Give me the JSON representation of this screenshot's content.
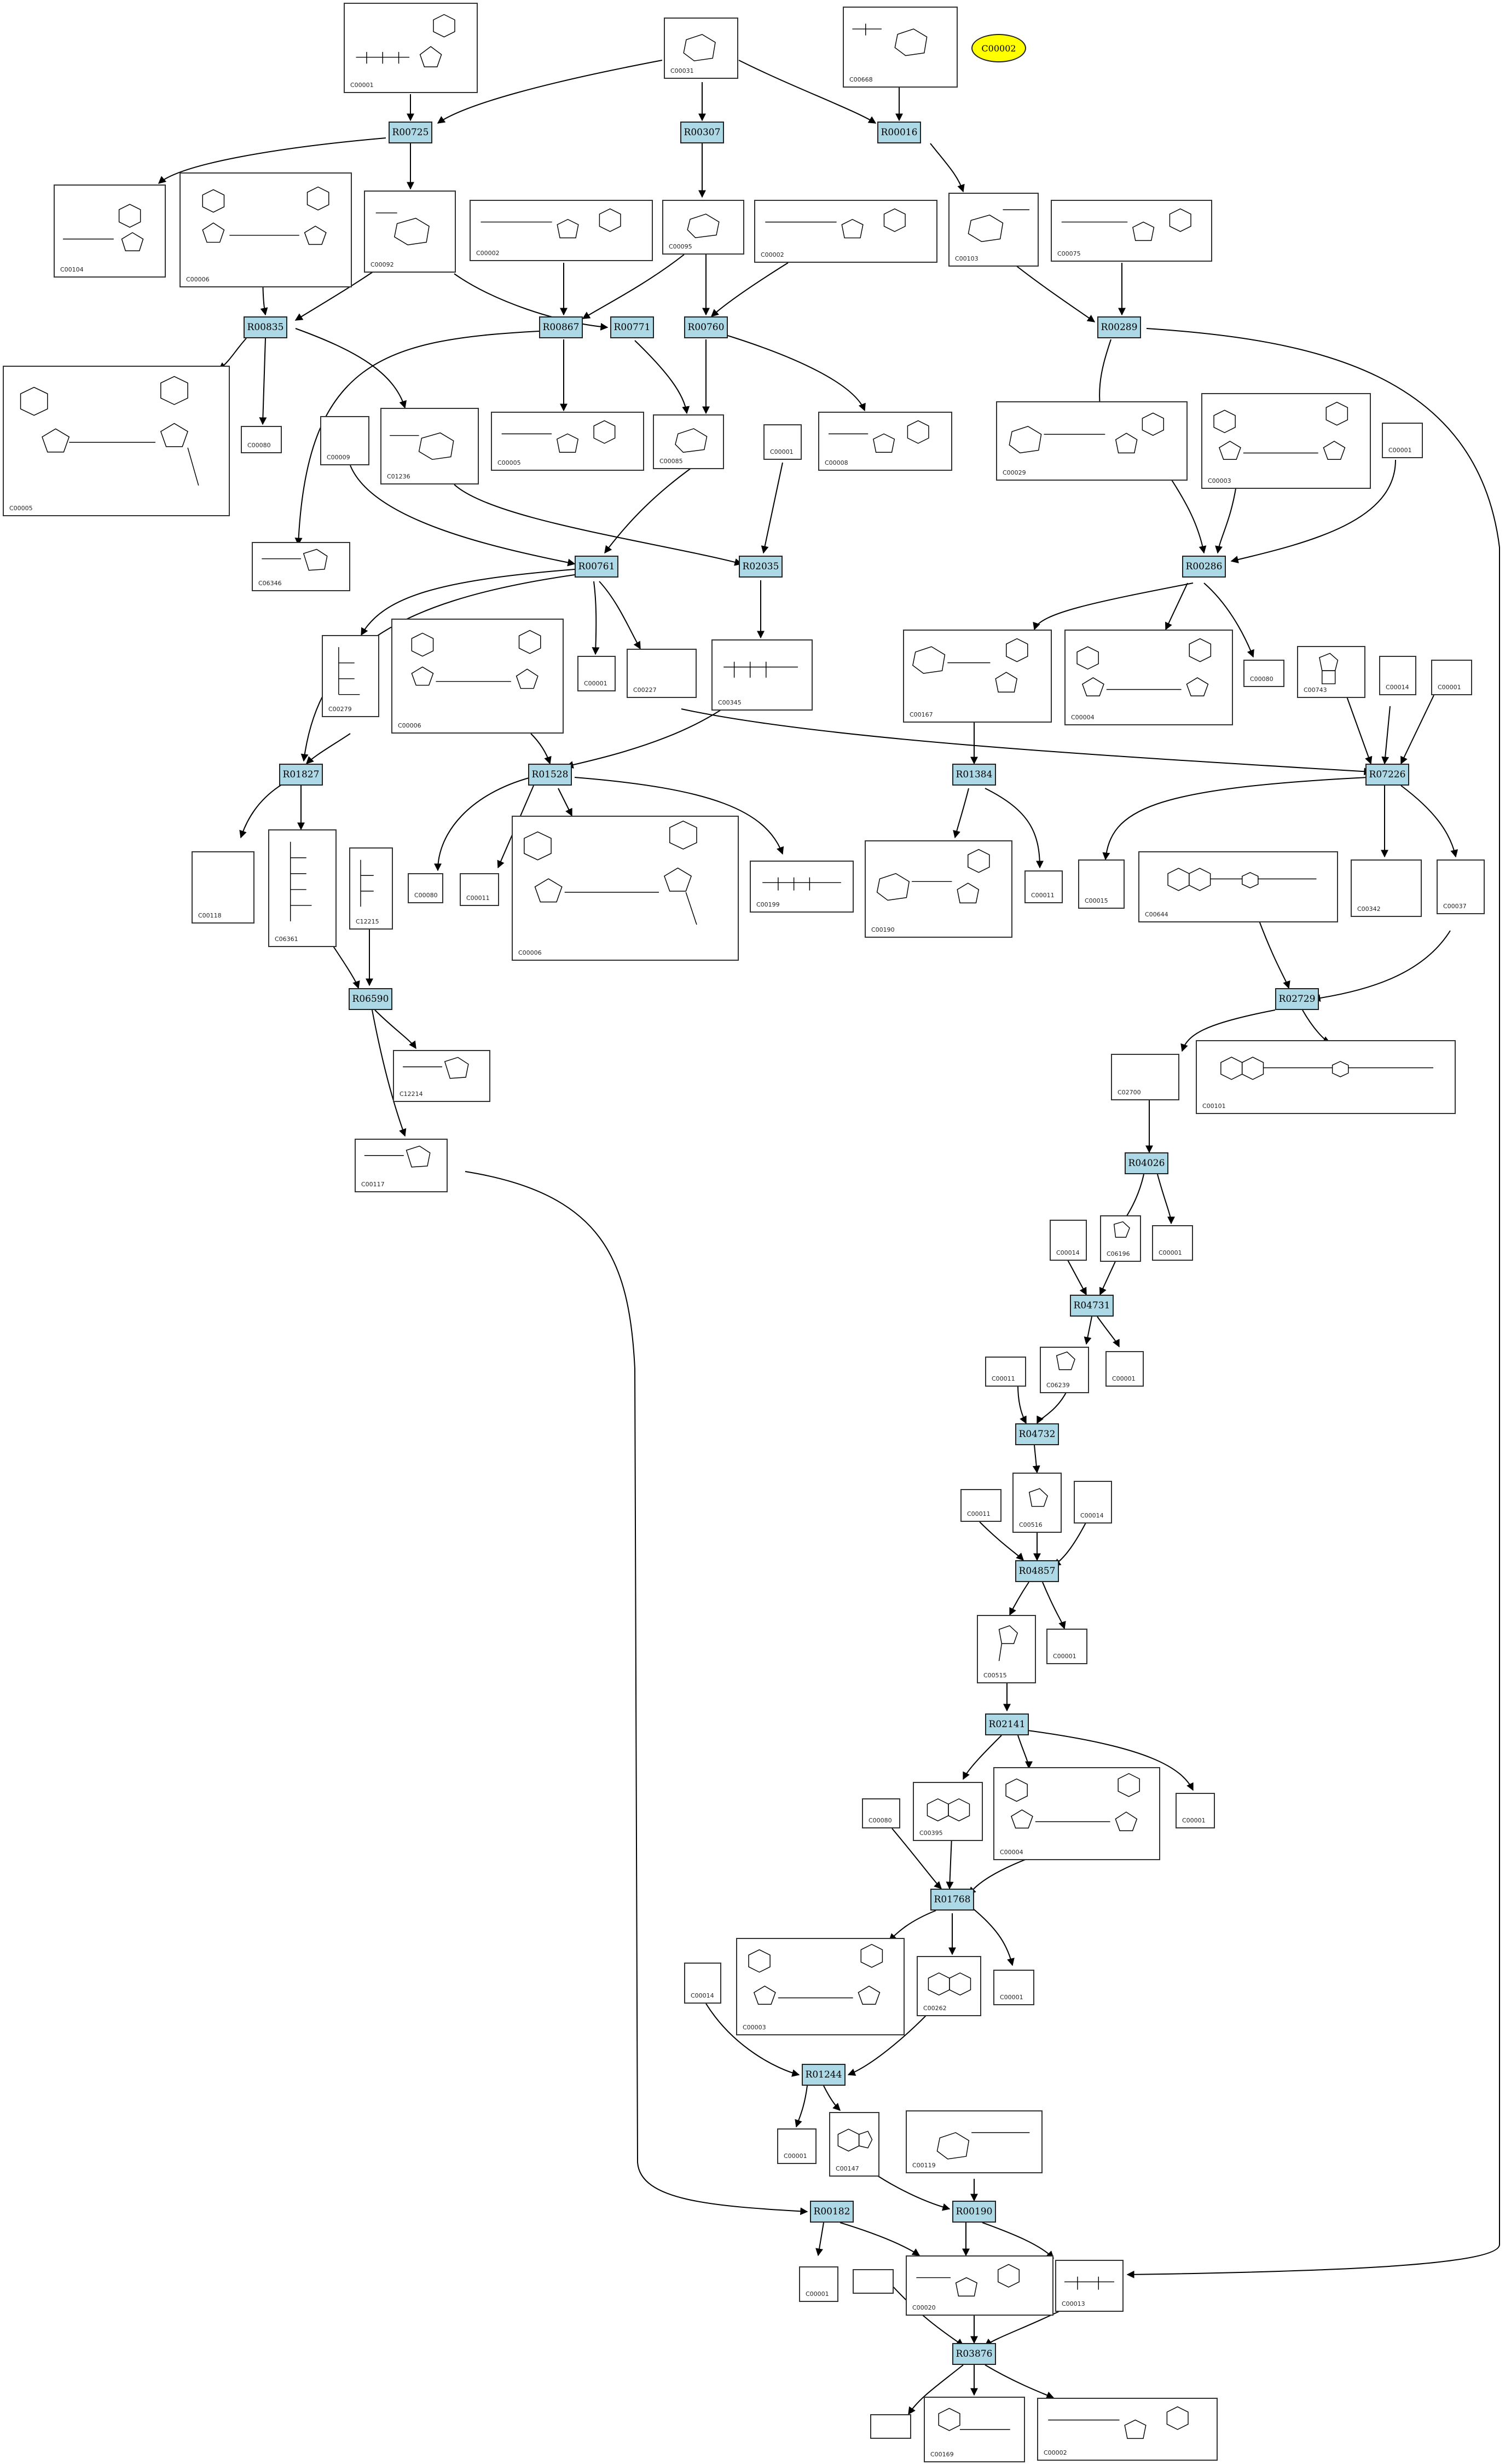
{
  "highlight": {
    "label": "C00002"
  },
  "reactions": {
    "R00725": "R00725",
    "R00307": "R00307",
    "R00016": "R00016",
    "R00835": "R00835",
    "R00867": "R00867",
    "R00771": "R00771",
    "R00760": "R00760",
    "R00289": "R00289",
    "R00761": "R00761",
    "R02035": "R02035",
    "R00286": "R00286",
    "R01827": "R01827",
    "R01528": "R01528",
    "R01384": "R01384",
    "R07226": "R07226",
    "R06590": "R06590",
    "R02729": "R02729",
    "R04026": "R04026",
    "R04731": "R04731",
    "R04732": "R04732",
    "R04857": "R04857",
    "R02141": "R02141",
    "R01768": "R01768",
    "R01244": "R01244",
    "R00182": "R00182",
    "R00190": "R00190",
    "R03876": "R03876"
  },
  "compounds": {
    "c00001a": "C00001",
    "c00031": "C00031",
    "c00668": "C00668",
    "c00104": "C00104",
    "c00006a": "C00006",
    "c00092": "C00092",
    "c00002a": "C00002",
    "c00095": "C00095",
    "c00002b": "C00002",
    "c00103": "C00103",
    "c00075": "C00075",
    "c00005": "C00005",
    "c00080a": "C00080",
    "c00005b": "C00005",
    "c00009": "C01236",
    "c00009b": "C00009",
    "c00085": "C00085",
    "c00001b": "C00001",
    "c00008": "C00008",
    "c00029": "C00029",
    "c00003": "C00003",
    "c00001c": "C00001",
    "c06346": "C06346",
    "c00279": "C00279",
    "c00006b": "C00006",
    "c00001d": "C00001",
    "c00227": "C00227",
    "c00345": "C00345",
    "c00167": "C00167",
    "c00004a": "C00004",
    "c00080b": "C00080",
    "c00743": "C00743",
    "c00014a": "C00014",
    "c00001e": "C00001",
    "c00118": "C00118",
    "c06361": "C06361",
    "c12215": "C12215",
    "c00080c": "C00080",
    "c00011a": "C00011",
    "c00006c": "C00006",
    "c00199": "C00199",
    "c00190": "C00190",
    "c00011b": "C00011",
    "c00015": "C00015",
    "c00644": "C00644",
    "c00342": "C00342",
    "c00037": "C00037",
    "c12214": "C12214",
    "c00117": "C00117",
    "c02700": "C02700",
    "c00101": "C00101",
    "c00014b": "C00014",
    "c06196": "C06196",
    "c00001f": "C00001",
    "c00011c": "C00011",
    "c06239": "C06239",
    "c00001g": "C00001",
    "c00011d": "C00011",
    "c00516": "C00516",
    "c00014c": "C00014",
    "c00515": "C00515",
    "c00001h": "C00001",
    "c00080d": "C00080",
    "c00395": "C00395",
    "c00004b": "C00004",
    "c00001i": "C00001",
    "c00014d": "C00014",
    "c00003b": "C00003",
    "c00262": "C00262",
    "c00001j": "C00001",
    "c00001k": "C00001",
    "c00147": "C00147",
    "c00119": "C00119",
    "c00001l": "C00001",
    "c00020": "C00020",
    "c00013": "C00013",
    "c00169": "C00169",
    "c00002c": "C00002"
  }
}
